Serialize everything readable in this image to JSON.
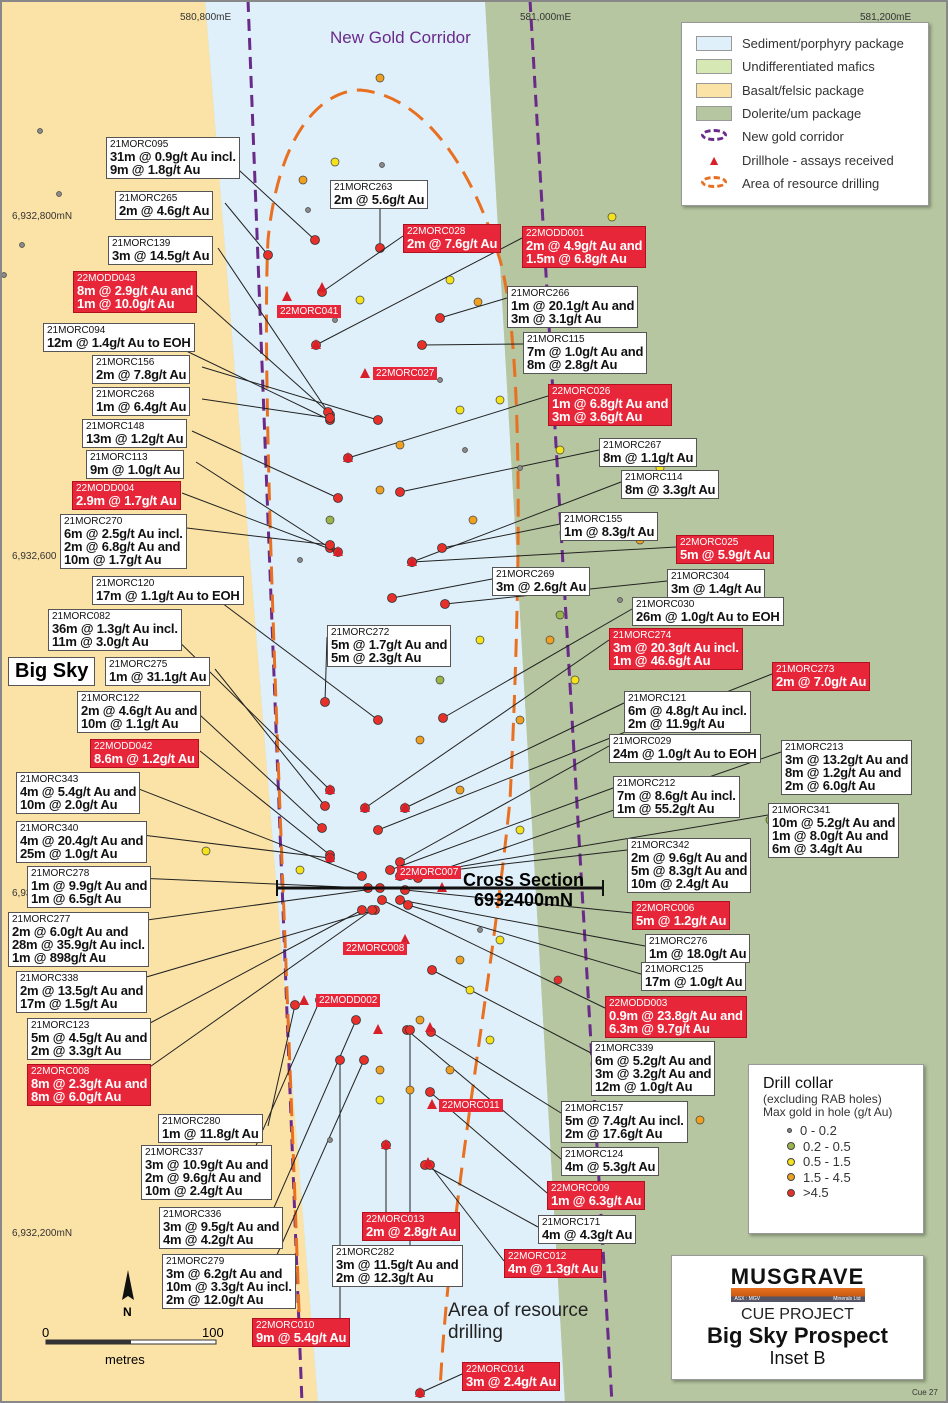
{
  "title": "New Gold Corridor",
  "axes": {
    "e1": "580,800mE",
    "e2": "581,000mE",
    "e3": "581,200mE",
    "n1": "6,932,800mN",
    "n2": "6,932,600",
    "n3": "6,93",
    "n4": "6,932,200mN"
  },
  "legend": {
    "items": [
      {
        "label": "Sediment/porphyry package",
        "color": "#dff0fa"
      },
      {
        "label": "Undifferentiated mafics",
        "color": "#d6e8b4"
      },
      {
        "label": "Basalt/felsic package",
        "color": "#fbe3a7"
      },
      {
        "label": "Dolerite/um package",
        "color": "#b6c6a0"
      },
      {
        "label": "New gold corridor",
        "icon": "purple-dashed-ellipse"
      },
      {
        "label": "Drillhole - assays received",
        "icon": "red-triangle"
      },
      {
        "label": "Area of resource drilling",
        "icon": "orange-dashed-ellipse"
      }
    ]
  },
  "collar_legend": {
    "title": "Drill collar",
    "sub1": "(excluding RAB holes)",
    "sub2": "Max gold in hole (g/t Au)",
    "items": [
      {
        "label": "0 - 0.2",
        "color": "#8a8a8a"
      },
      {
        "label": "0.2 - 0.5",
        "color": "#9ab64a"
      },
      {
        "label": "0.5 - 1.5",
        "color": "#f4e21a"
      },
      {
        "label": "1.5 - 4.5",
        "color": "#f0a020"
      },
      {
        "label": ">4.5",
        "color": "#e8302a"
      }
    ]
  },
  "title_block": {
    "logo": "MUSGRAVE",
    "logo_left": "ASX : MGV",
    "logo_right": "Minerals Ltd",
    "project": "CUE PROJECT",
    "prospect": "Big Sky Prospect",
    "inset": "Inset B"
  },
  "big_sky": "Big Sky",
  "cross_section": {
    "line1": "Cross Section",
    "line2": "6932400mN"
  },
  "area_label": {
    "line1": "Area of resource",
    "line2": "drilling"
  },
  "scale": {
    "zero": "0",
    "hundred": "100",
    "unit": "metres",
    "north": "N"
  },
  "figure_ref": "Cue 27",
  "tags": [
    "22MORC041",
    "22MORC027",
    "22MORC007",
    "22MORC008",
    "22MODD002",
    "22MORC011"
  ],
  "labels": [
    {
      "id": "21MORC095",
      "lines": [
        "31m @ 0.9g/t Au incl.",
        "9m @ 1.8g/t Au"
      ],
      "red": false
    },
    {
      "id": "21MORC265",
      "lines": [
        "2m @ 4.6g/t Au"
      ],
      "red": false
    },
    {
      "id": "21MORC263",
      "lines": [
        "2m @ 5.6g/t Au"
      ],
      "red": false
    },
    {
      "id": "22MORC028",
      "lines": [
        "2m @ 7.6g/t Au"
      ],
      "red": true
    },
    {
      "id": "22MODD001",
      "lines": [
        "2m @ 4.9g/t Au and",
        "1.5m @ 6.8g/t Au"
      ],
      "red": true
    },
    {
      "id": "21MORC139",
      "lines": [
        "3m @ 14.5g/t Au"
      ],
      "red": false
    },
    {
      "id": "22MODD043",
      "lines": [
        "8m @ 2.9g/t Au and",
        "1m @ 10.0g/t Au"
      ],
      "red": true
    },
    {
      "id": "21MORC266",
      "lines": [
        "1m @ 20.1g/t Au and",
        "3m @ 3.1g/t Au"
      ],
      "red": false
    },
    {
      "id": "21MORC094",
      "lines": [
        "12m @ 1.4g/t Au to EOH"
      ],
      "red": false
    },
    {
      "id": "21MORC115",
      "lines": [
        "7m @ 1.0g/t Au and",
        "8m @ 2.8g/t Au"
      ],
      "red": false
    },
    {
      "id": "21MORC156",
      "lines": [
        "2m @ 7.8g/t Au"
      ],
      "red": false
    },
    {
      "id": "21MORC268",
      "lines": [
        "1m @ 6.4g/t Au"
      ],
      "red": false
    },
    {
      "id": "22MORC026",
      "lines": [
        "1m @ 6.8g/t Au and",
        "3m @ 3.6g/t Au"
      ],
      "red": true
    },
    {
      "id": "21MORC148",
      "lines": [
        "13m @ 1.2g/t Au"
      ],
      "red": false
    },
    {
      "id": "21MORC267",
      "lines": [
        "8m @ 1.1g/t Au"
      ],
      "red": false
    },
    {
      "id": "21MORC113",
      "lines": [
        "9m @ 1.0g/t Au"
      ],
      "red": false
    },
    {
      "id": "21MORC114",
      "lines": [
        "8m @ 3.3g/t Au"
      ],
      "red": false
    },
    {
      "id": "22MODD004",
      "lines": [
        "2.9m @ 1.7g/t Au"
      ],
      "red": true
    },
    {
      "id": "21MORC270",
      "lines": [
        "6m @ 2.5g/t Au incl.",
        "2m @ 6.8g/t Au and",
        "10m @ 1.7g/t Au"
      ],
      "red": false
    },
    {
      "id": "21MORC155",
      "lines": [
        "1m @ 8.3g/t Au"
      ],
      "red": false
    },
    {
      "id": "22MORC025",
      "lines": [
        "5m @ 5.9g/t Au"
      ],
      "red": true
    },
    {
      "id": "21MORC269",
      "lines": [
        "3m @ 2.6g/t Au"
      ],
      "red": false
    },
    {
      "id": "21MORC304",
      "lines": [
        "3m @ 1.4g/t Au"
      ],
      "red": false
    },
    {
      "id": "21MORC120",
      "lines": [
        "17m @ 1.1g/t Au to EOH"
      ],
      "red": false
    },
    {
      "id": "21MORC030",
      "lines": [
        "26m @ 1.0g/t Au to EOH"
      ],
      "red": false
    },
    {
      "id": "21MORC082",
      "lines": [
        "36m @ 1.3g/t Au incl.",
        "11m @ 3.0g/t Au"
      ],
      "red": false
    },
    {
      "id": "21MORC272",
      "lines": [
        "5m @ 1.7g/t Au and",
        "5m @ 2.3g/t Au"
      ],
      "red": false
    },
    {
      "id": "21MORC274",
      "lines": [
        "3m @ 20.3g/t Au incl.",
        "1m @ 46.6g/t Au"
      ],
      "red": true
    },
    {
      "id": "21MORC275",
      "lines": [
        "1m @ 31.1g/t Au"
      ],
      "red": false
    },
    {
      "id": "21MORC273",
      "lines": [
        "2m @ 7.0g/t Au"
      ],
      "red": true
    },
    {
      "id": "21MORC122",
      "lines": [
        "2m @ 4.6g/t Au and",
        "10m @ 1.1g/t Au"
      ],
      "red": false
    },
    {
      "id": "21MORC121",
      "lines": [
        "6m @ 4.8g/t Au incl.",
        "2m @ 11.9g/t Au"
      ],
      "red": false
    },
    {
      "id": "22MODD042",
      "lines": [
        "8.6m @ 1.2g/t Au"
      ],
      "red": true
    },
    {
      "id": "21MORC029",
      "lines": [
        "24m @ 1.0g/t Au to EOH"
      ],
      "red": false
    },
    {
      "id": "21MORC213",
      "lines": [
        "3m @ 13.2g/t Au and",
        "8m @ 1.2g/t Au and",
        "2m @ 6.0g/t Au"
      ],
      "red": false
    },
    {
      "id": "21MORC343",
      "lines": [
        "4m @ 5.4g/t Au and",
        "10m @ 2.0g/t Au"
      ],
      "red": false
    },
    {
      "id": "21MORC212",
      "lines": [
        "7m @ 8.6g/t Au incl.",
        "1m @ 55.2g/t Au"
      ],
      "red": false
    },
    {
      "id": "21MORC341",
      "lines": [
        "10m @ 5.2g/t Au and",
        "1m @ 8.0g/t Au and",
        "6m @ 3.4g/t Au"
      ],
      "red": false
    },
    {
      "id": "21MORC340",
      "lines": [
        "4m @ 20.4g/t Au and",
        "25m @ 1.0g/t Au"
      ],
      "red": false
    },
    {
      "id": "21MORC342",
      "lines": [
        "2m @ 9.6g/t Au and",
        "5m @ 8.3g/t Au and",
        "10m @ 2.4g/t Au"
      ],
      "red": false
    },
    {
      "id": "21MORC278",
      "lines": [
        "1m @ 9.9g/t Au and",
        "1m @ 6.5g/t Au"
      ],
      "red": false
    },
    {
      "id": "21MORC277",
      "lines": [
        "2m @ 6.0g/t Au and",
        "28m @ 35.9g/t Au incl.",
        "1m @ 898g/t Au"
      ],
      "red": false
    },
    {
      "id": "22MORC006",
      "lines": [
        "5m @ 1.2g/t Au"
      ],
      "red": true
    },
    {
      "id": "21MORC276",
      "lines": [
        "1m @ 18.0g/t Au"
      ],
      "red": false
    },
    {
      "id": "21MORC338",
      "lines": [
        "2m @ 13.5g/t Au and",
        "17m @ 1.5g/t Au"
      ],
      "red": false
    },
    {
      "id": "21MORC125",
      "lines": [
        "17m @ 1.0g/t Au"
      ],
      "red": false
    },
    {
      "id": "22MODD003",
      "lines": [
        "0.9m @ 23.8g/t Au and",
        "6.3m @ 9.7g/t Au"
      ],
      "red": true
    },
    {
      "id": "21MORC123",
      "lines": [
        "5m @ 4.5g/t Au and",
        "2m @ 3.3g/t Au"
      ],
      "red": false
    },
    {
      "id": "21MORC339",
      "lines": [
        "6m @ 5.2g/t Au and",
        "3m @ 3.2g/t Au and",
        "12m @ 1.0g/t Au"
      ],
      "red": false
    },
    {
      "id": "22MORC008",
      "lines": [
        "8m @ 2.3g/t Au and",
        "8m @ 6.0g/t Au"
      ],
      "red": true
    },
    {
      "id": "21MORC157",
      "lines": [
        "5m @ 7.4g/t Au incl.",
        "2m @ 17.6g/t Au"
      ],
      "red": false
    },
    {
      "id": "21MORC280",
      "lines": [
        "1m @ 11.8g/t Au"
      ],
      "red": false
    },
    {
      "id": "21MORC337",
      "lines": [
        "3m @ 10.9g/t Au and",
        "2m @ 9.6g/t Au and",
        "10m @ 2.4g/t Au"
      ],
      "red": false
    },
    {
      "id": "21MORC124",
      "lines": [
        "4m @ 5.3g/t Au"
      ],
      "red": false
    },
    {
      "id": "22MORC009",
      "lines": [
        "1m @ 6.3g/t Au"
      ],
      "red": true
    },
    {
      "id": "21MORC336",
      "lines": [
        "3m @ 9.5g/t Au and",
        "4m @ 4.2g/t Au"
      ],
      "red": false
    },
    {
      "id": "22MORC013",
      "lines": [
        "2m @ 2.8g/t Au"
      ],
      "red": true
    },
    {
      "id": "21MORC171",
      "lines": [
        "4m @ 4.3g/t Au"
      ],
      "red": false
    },
    {
      "id": "21MORC282",
      "lines": [
        "3m @ 11.5g/t Au and",
        "2m @ 12.3g/t Au"
      ],
      "red": false
    },
    {
      "id": "22MORC012",
      "lines": [
        "4m @ 1.3g/t Au"
      ],
      "red": true
    },
    {
      "id": "21MORC279",
      "lines": [
        "3m @ 6.2g/t Au and",
        "10m @ 3.3g/t Au incl.",
        "2m @ 12.0g/t Au"
      ],
      "red": false
    },
    {
      "id": "22MORC010",
      "lines": [
        "9m @ 5.4g/t Au"
      ],
      "red": true
    },
    {
      "id": "22MORC014",
      "lines": [
        "3m @ 2.4g/t Au"
      ],
      "red": true
    }
  ]
}
